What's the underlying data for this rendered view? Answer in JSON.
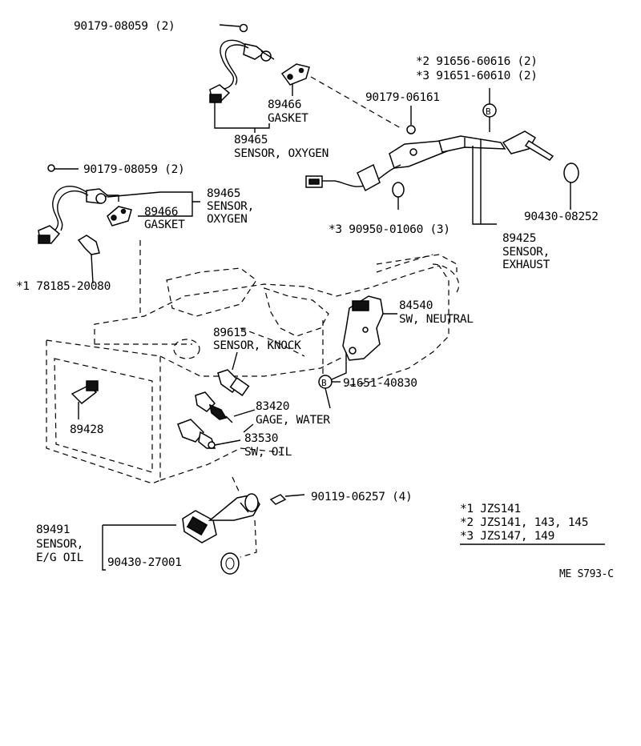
{
  "labels": {
    "p90179_08059_top": "90179-08059 (2)",
    "p89466_top": "89466",
    "gasket_top": "GASKET",
    "p89465_top": "89465",
    "sensor_oxygen_top": "SENSOR, OXYGEN",
    "n2_91656": "*2  91656-60616 (2)",
    "n3_91651": "*3  91651-60610 (2)",
    "p90179_06161": "90179-06161",
    "p90179_08059_left": "90179-08059 (2)",
    "p89465_left": "89465",
    "sensor_left": "SENSOR,",
    "oxygen_left": "OXYGEN",
    "p89466_left": "89466",
    "gasket_left": "GASKET",
    "n3_90950": "*3  90950-01060 (3)",
    "p90430_08252": "90430-08252",
    "p89425": "89425",
    "sensor_exh": "SENSOR,",
    "exhaust": "EXHAUST",
    "n1_78185": "*1  78185-20080",
    "p84540": "84540",
    "sw_neutral": "SW, NEUTRAL",
    "p89615": "89615",
    "sensor_knock": "SENSOR, KNOCK",
    "p91651_40830": "91651-40830",
    "p83420": "83420",
    "gage_water": "GAGE, WATER",
    "p89428": "89428",
    "p83530": "83530",
    "sw_oil": "SW, OIL",
    "p90119_06257": "90119-06257 (4)",
    "p89491": "89491",
    "sensor_eg": "SENSOR,",
    "eg_oil": "E/G OIL",
    "p90430_27001": "90430-27001",
    "legend_1": "*1  JZS141",
    "legend_2": "*2  JZS141, 143, 145",
    "legend_3": "*3  JZS147, 149",
    "code": "ME S793-C",
    "bolt_b1": "B",
    "bolt_b2": "B"
  }
}
